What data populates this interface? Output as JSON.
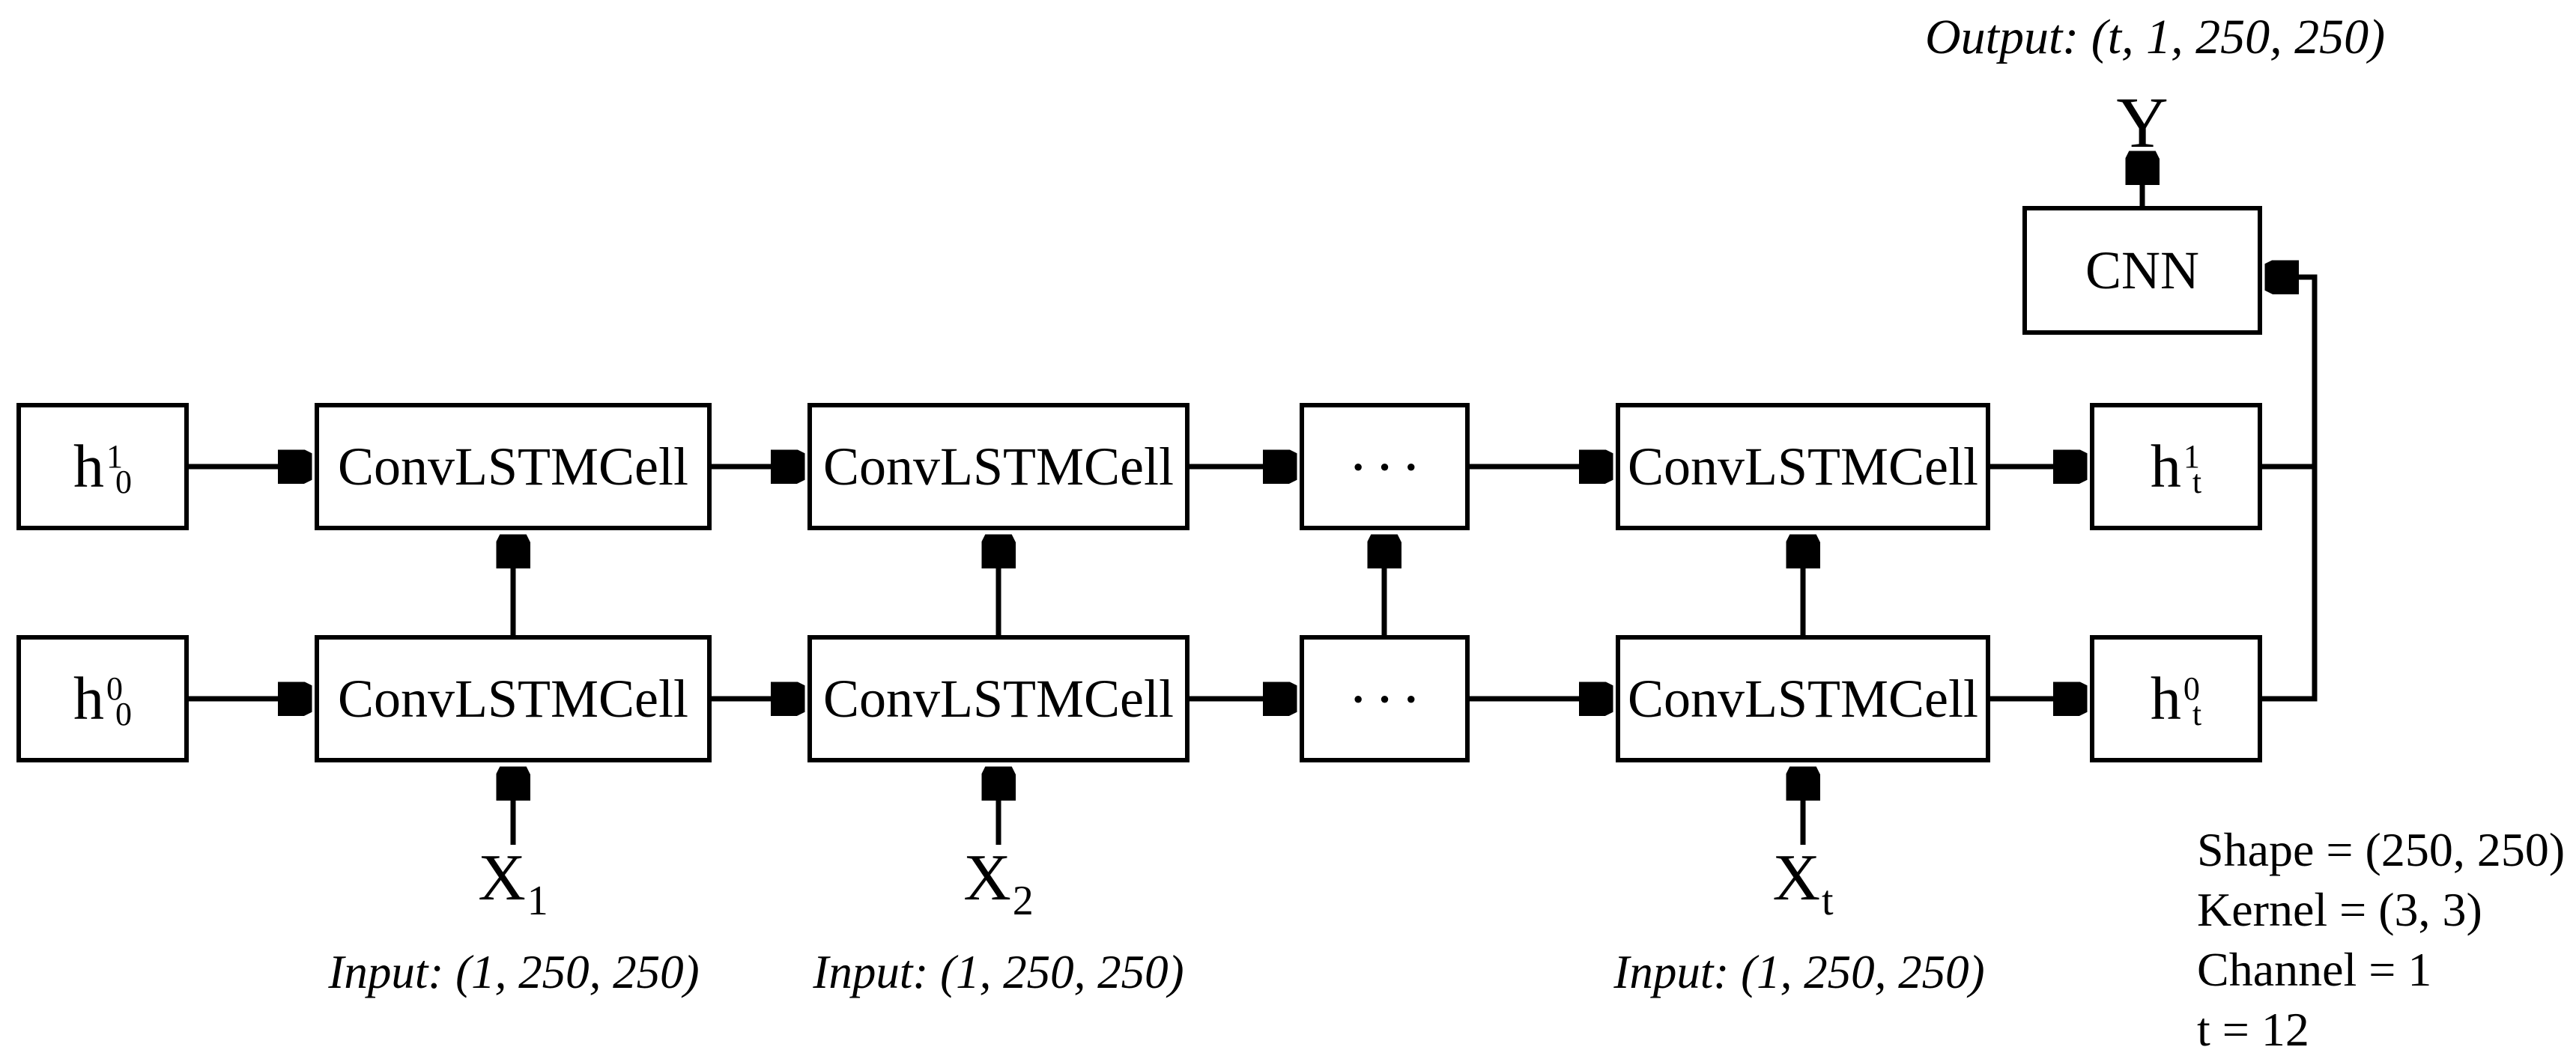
{
  "diagram": {
    "colors": {
      "line": "#000000",
      "background": "#ffffff",
      "text": "#000000"
    },
    "labels": {
      "output_shape": "Output: (t, 1, 250, 250)",
      "y": "Y",
      "cnn": "CNN",
      "cell": "ConvLSTMCell",
      "dots": "···",
      "input_shape": "Input: (1, 250, 250)"
    },
    "states": {
      "h10": {
        "base": "h",
        "sup": "1",
        "sub": "0"
      },
      "h00": {
        "base": "h",
        "sup": "0",
        "sub": "0"
      },
      "h1t": {
        "base": "h",
        "sup": "1",
        "sub": "t"
      },
      "h0t": {
        "base": "h",
        "sup": "0",
        "sub": "t"
      }
    },
    "x_inputs": {
      "x1": {
        "base": "X",
        "sub": "1"
      },
      "x2": {
        "base": "X",
        "sub": "2"
      },
      "xt": {
        "base": "X",
        "sub": "t"
      }
    },
    "params": [
      "Shape = (250, 250)",
      "Kernel = (3, 3)",
      "Channel = 1",
      "t = 12"
    ]
  }
}
